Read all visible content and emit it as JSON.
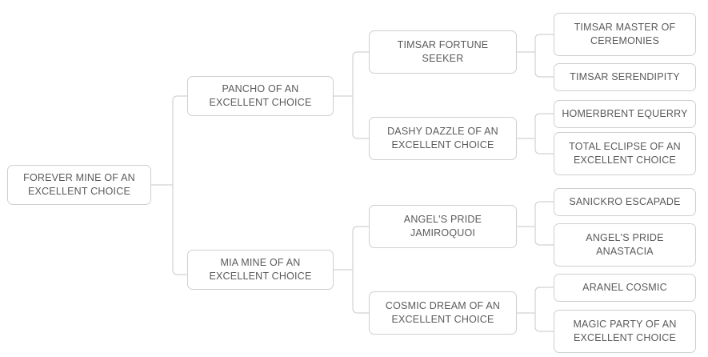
{
  "diagram": {
    "type": "pedigree-tree",
    "orientation": "left-to-right",
    "generations": 4,
    "colors": {
      "background": "#ffffff",
      "box_border": "#cfcfcf",
      "box_fill": "#ffffff",
      "text": "#5a5a5a",
      "connector": "#d2d2d2"
    }
  },
  "nodes": {
    "root": {
      "label": "FOREVER MINE OF AN EXCELLENT CHOICE",
      "generation": 1
    },
    "gen2": [
      {
        "label": "PANCHO OF AN EXCELLENT CHOICE",
        "generation": 2
      },
      {
        "label": "MIA MINE OF AN EXCELLENT CHOICE",
        "generation": 2
      }
    ],
    "gen3": [
      {
        "label": "TIMSAR FORTUNE SEEKER",
        "generation": 3
      },
      {
        "label": "DASHY DAZZLE OF AN EXCELLENT CHOICE",
        "generation": 3
      },
      {
        "label": "ANGEL'S PRIDE JAMIROQUOI",
        "generation": 3
      },
      {
        "label": "COSMIC DREAM OF AN EXCELLENT CHOICE",
        "generation": 3
      }
    ],
    "gen4": [
      {
        "label": "TIMSAR MASTER OF CEREMONIES",
        "generation": 4
      },
      {
        "label": "TIMSAR SERENDIPITY",
        "generation": 4
      },
      {
        "label": "HOMERBRENT EQUERRY",
        "generation": 4
      },
      {
        "label": "TOTAL ECLIPSE OF AN EXCELLENT CHOICE",
        "generation": 4
      },
      {
        "label": "SANICKRO ESCAPADE",
        "generation": 4
      },
      {
        "label": "ANGEL'S PRIDE ANASTACIA",
        "generation": 4
      },
      {
        "label": "ARANEL COSMIC",
        "generation": 4
      },
      {
        "label": "MAGIC PARTY OF AN EXCELLENT CHOICE",
        "generation": 4
      }
    ]
  }
}
